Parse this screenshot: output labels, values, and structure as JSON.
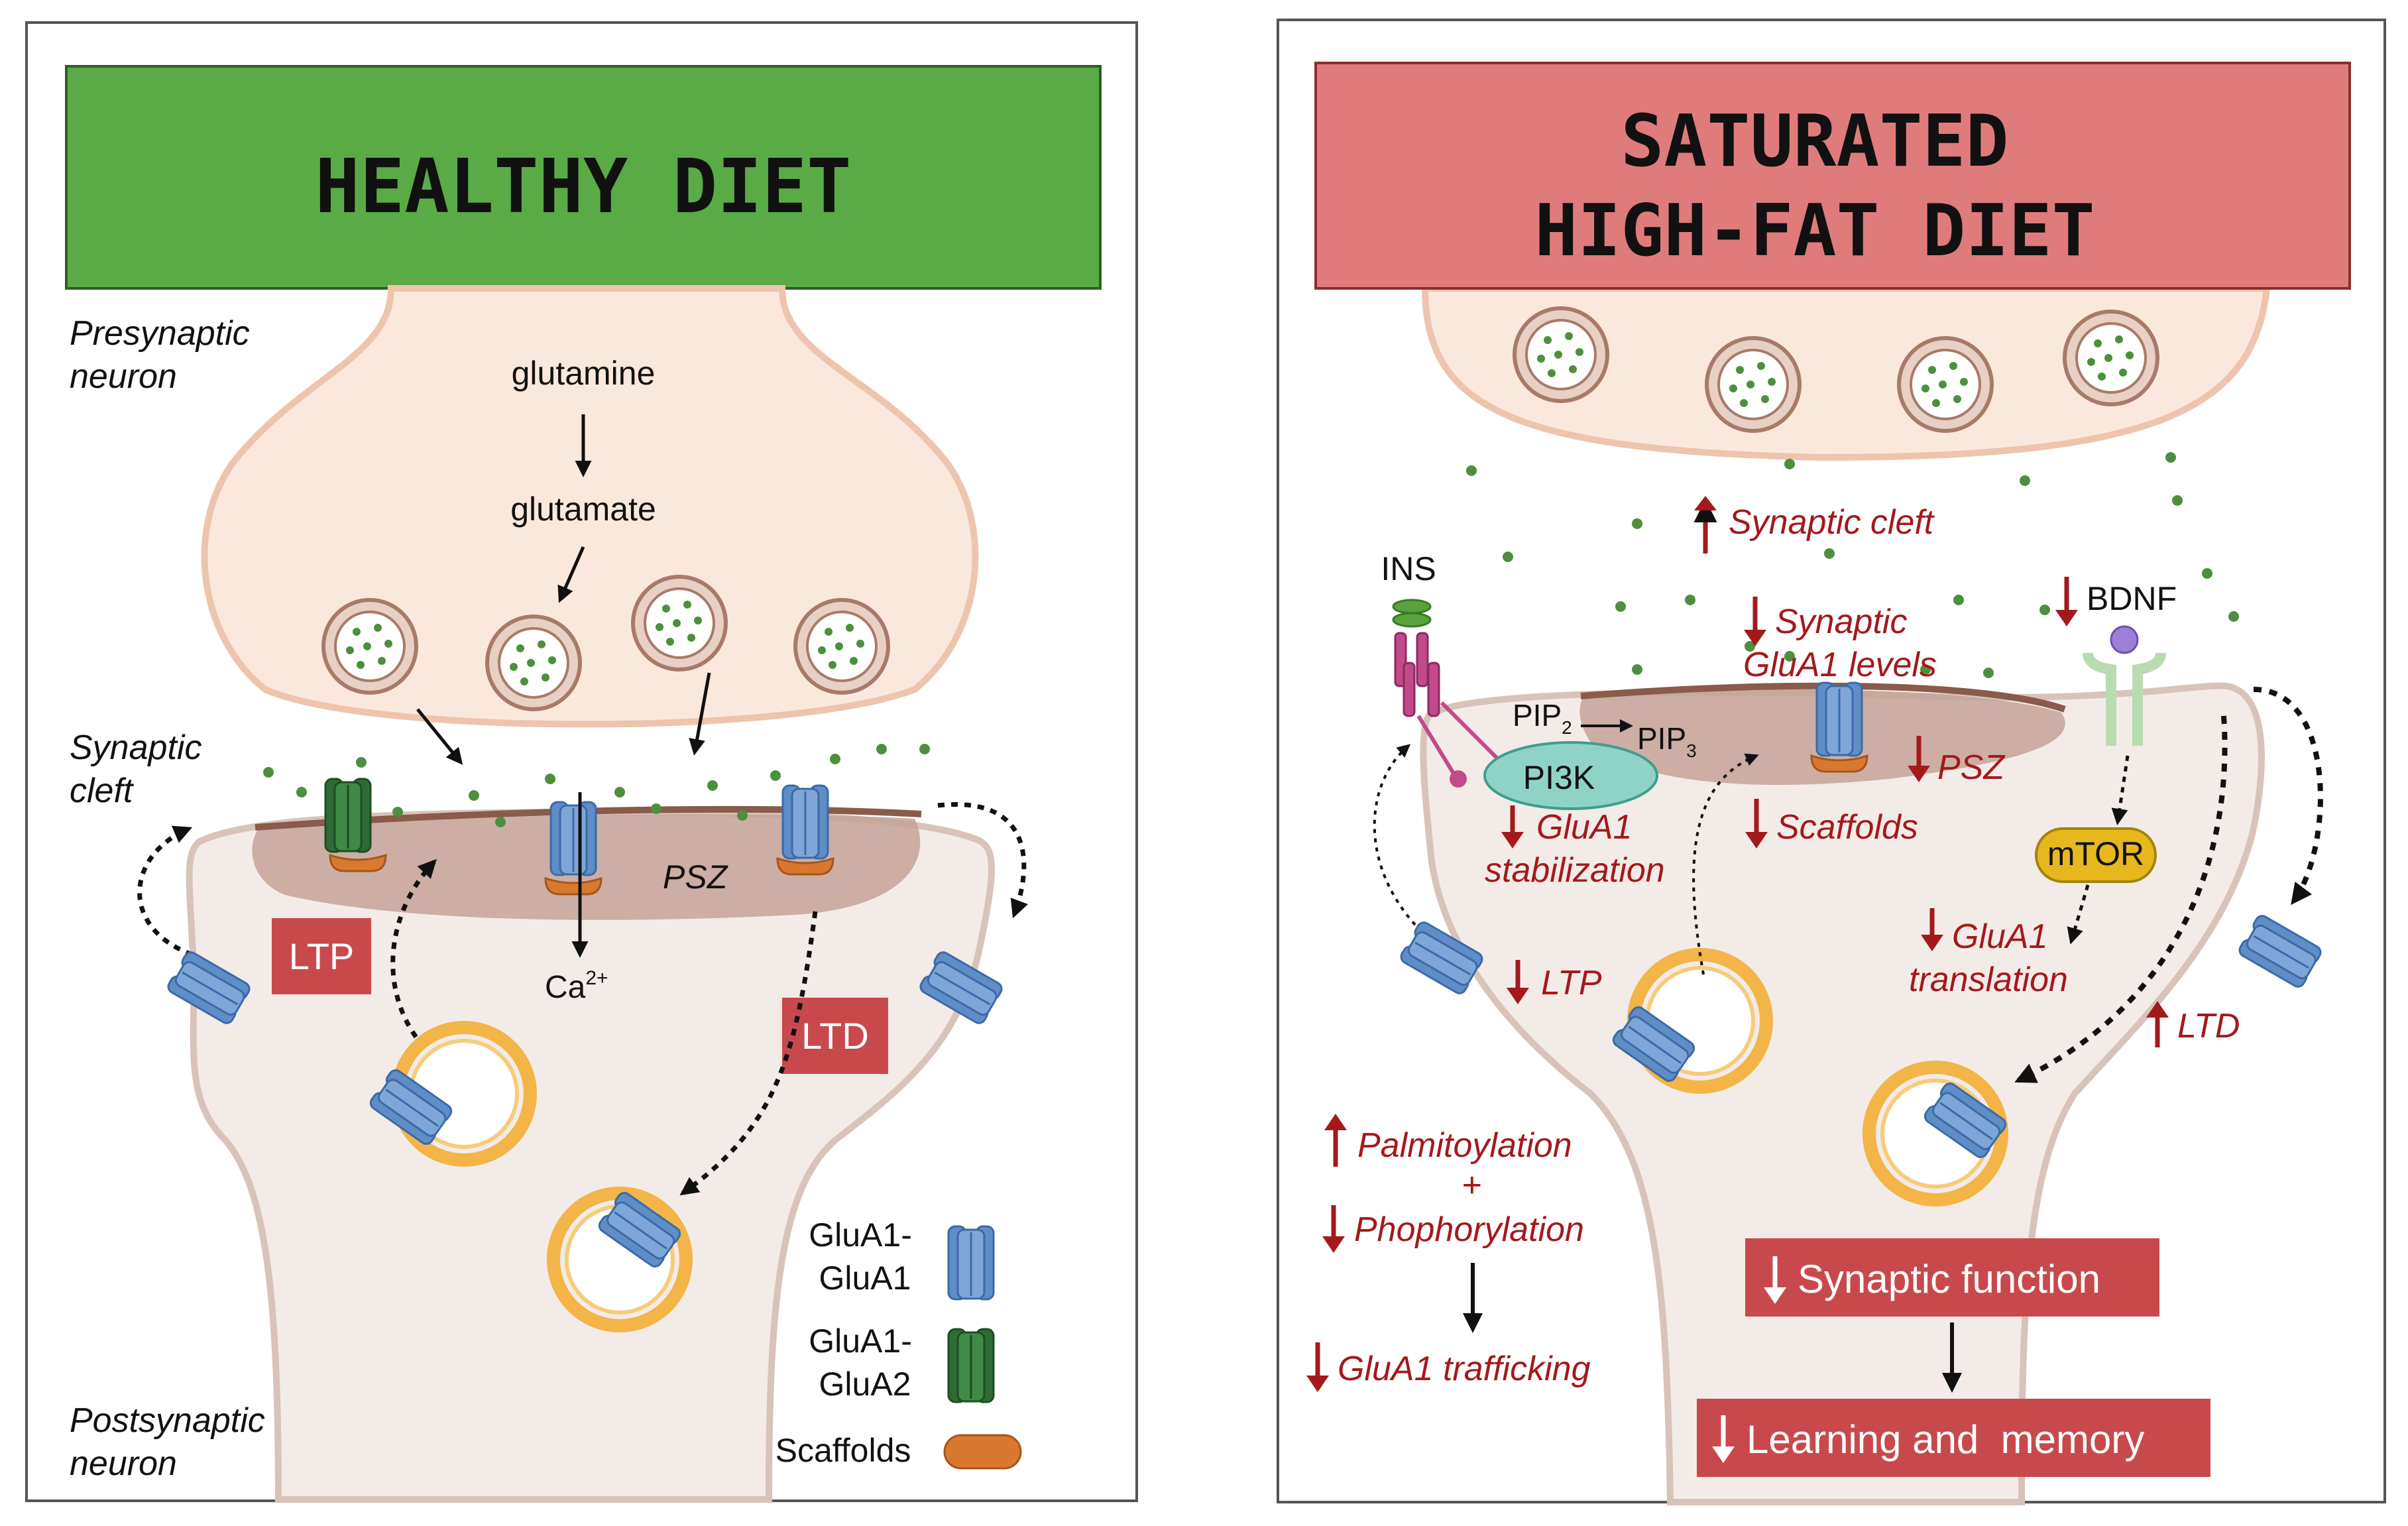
{
  "left_panel": {
    "title": "HEALTHY DIET",
    "title_color": "#5aab46",
    "presynaptic_label": [
      "Presynaptic",
      "neuron"
    ],
    "glutamine": "glutamine",
    "glutamate": "glutamate",
    "synaptic_cleft_label": [
      "Synaptic",
      "cleft"
    ],
    "psz": "PSZ",
    "calcium": "Ca",
    "calcium_charge": "2+",
    "ltp": "LTP",
    "ltd": "LTD",
    "postsynaptic_label": [
      "Postsynaptic",
      "neuron"
    ],
    "legend": {
      "glua1_glua1": [
        "GluA1-",
        "GluA1"
      ],
      "glua1_glua2": [
        "GluA1-",
        "GluA2"
      ],
      "scaffolds": "Scaffolds"
    }
  },
  "right_panel": {
    "title_line1": "SATURATED",
    "title_line2": "HIGH-FAT DIET",
    "title_color": "#e07b7c",
    "synaptic_cleft": "Synaptic cleft",
    "ins": "INS",
    "synaptic_glua1": [
      "Synaptic",
      "GluA1 levels"
    ],
    "bdnf": "BDNF",
    "pip2": "PIP",
    "pip2_sub": "2",
    "pip3": "PIP",
    "pip3_sub": "3",
    "pi3k": "PI3K",
    "psz": "PSZ",
    "scaffolds": "Scaffolds",
    "glua1_stabilization": [
      "GluA1",
      "stabilization"
    ],
    "mtor": "mTOR",
    "glua1_translation": [
      "GluA1",
      "translation"
    ],
    "ltp": "LTP",
    "ltd": "LTD",
    "palmitoylation": "Palmitoylation",
    "plus": "+",
    "phophorylation": "Phophorylation",
    "glua1_trafficking": "GluA1 trafficking",
    "synaptic_function": "Synaptic function",
    "learning_memory": "Learning and  memory",
    "red_box_color": "#c8494c",
    "arrow_red": "#a3191c"
  },
  "icons": [
    "down-arrow-icon",
    "up-arrow-icon",
    "ampa-receptor-icon",
    "vesicle-icon",
    "insulin-receptor-icon",
    "trkb-receptor-icon"
  ]
}
